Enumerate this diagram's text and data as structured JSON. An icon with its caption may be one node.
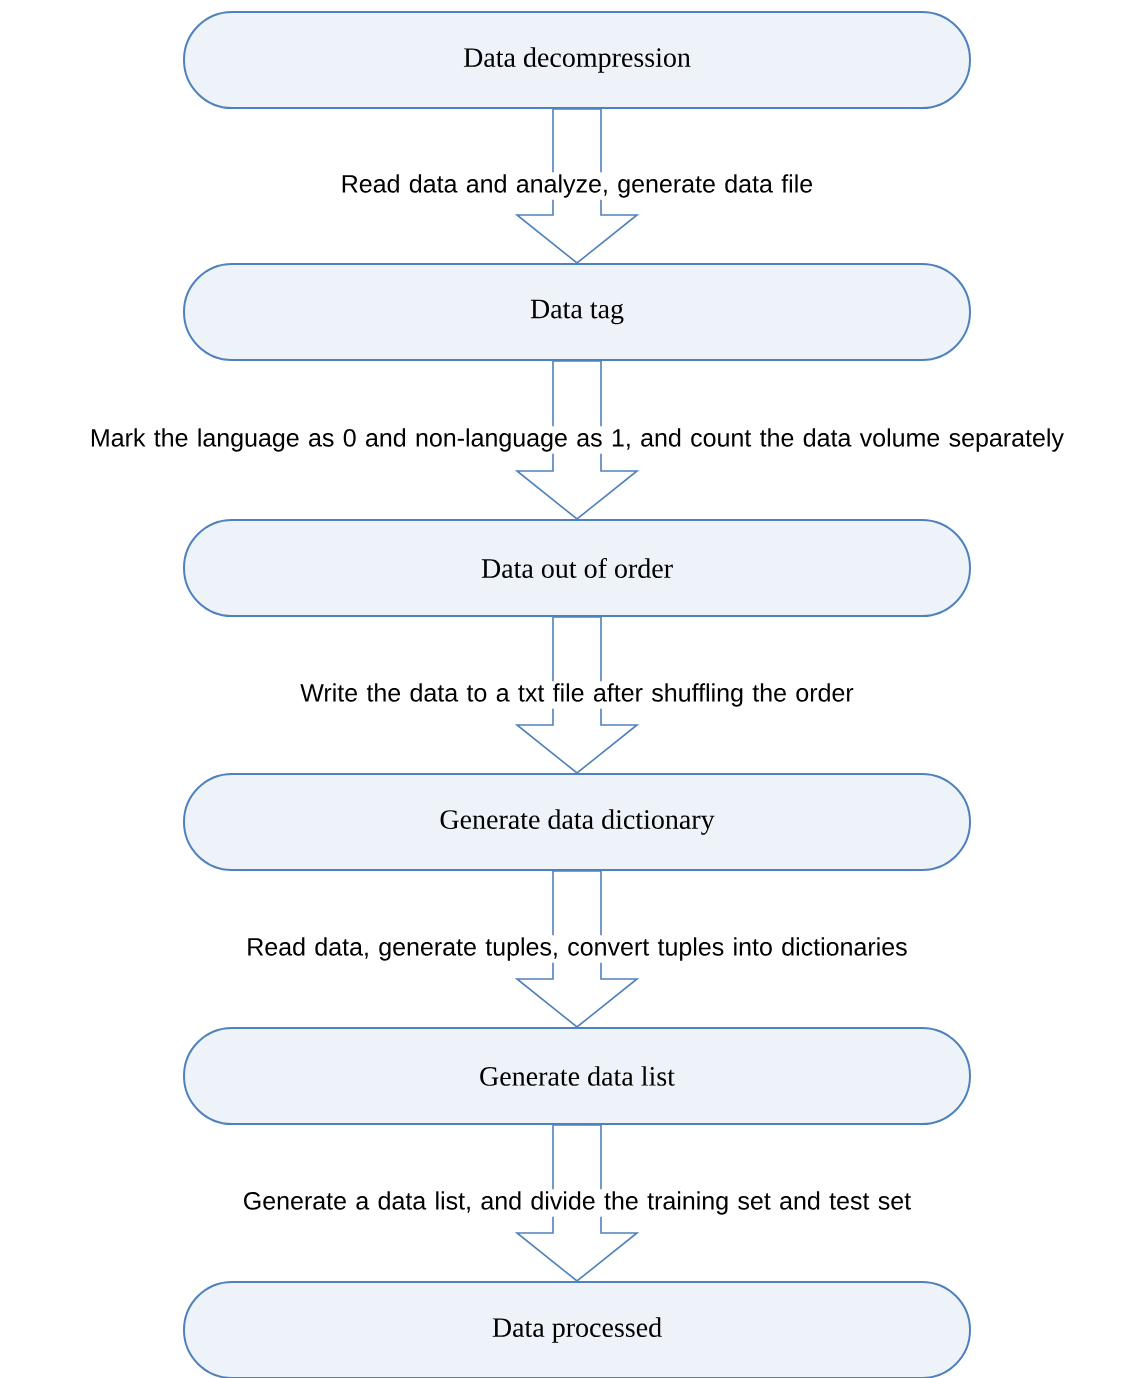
{
  "diagram": {
    "nodes": [
      {
        "text": [
          "Data decompression"
        ]
      },
      {
        "text": [
          "Data tag"
        ]
      },
      {
        "text": [
          "Data out of order"
        ]
      },
      {
        "text": [
          "Generate data dictionary"
        ]
      },
      {
        "text": [
          "Generate data list"
        ]
      },
      {
        "text": [
          "Data processed"
        ]
      }
    ],
    "edges": [
      {
        "from": 0,
        "to": 1,
        "arrow": "to",
        "label": "Read data and analyze, generate data file"
      },
      {
        "from": 1,
        "to": 2,
        "arrow": "to",
        "label": "Mark the language as 0 and non-language as 1, and count the data volume separately"
      },
      {
        "from": 2,
        "to": 3,
        "arrow": "to",
        "label": "Write the data to a txt file after shuffling the order"
      },
      {
        "from": 3,
        "to": 4,
        "arrow": "to",
        "label": "Read data, generate tuples, convert tuples into dictionaries"
      },
      {
        "from": 4,
        "to": 5,
        "arrow": "to",
        "label": "Generate a data list, and divide the training set and test set"
      }
    ]
  }
}
